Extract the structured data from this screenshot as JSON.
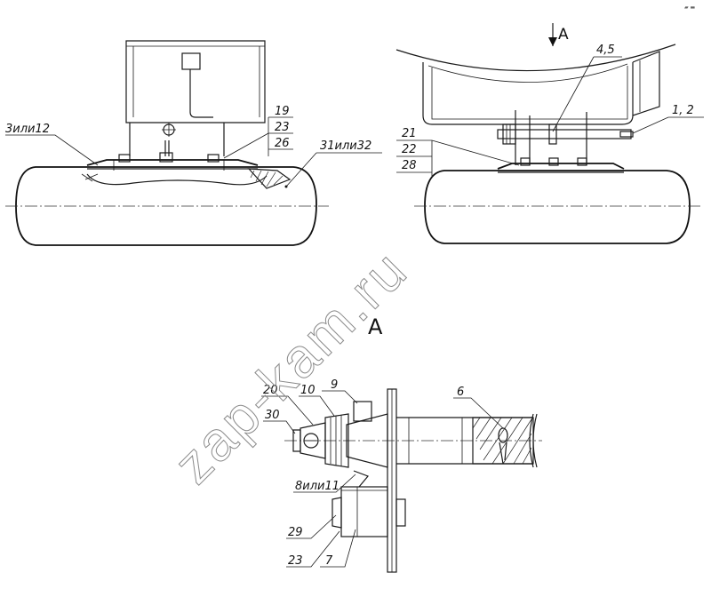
{
  "watermark": "zap-kam.ru",
  "corner_mark": "▰ ▬",
  "left_view": {
    "callouts": {
      "c3": "3или12",
      "c19": "19",
      "c23": "23",
      "c26": "26",
      "c31": "31или32"
    }
  },
  "right_view": {
    "arrow_label": "A",
    "callouts": {
      "c45": "4,5",
      "c12": "1, 2",
      "c21": "21",
      "c22": "22",
      "c28": "28"
    }
  },
  "detail": {
    "view_label": "A",
    "callouts": {
      "c20": "20",
      "c10": "10",
      "c9": "9",
      "c6": "6",
      "c30": "30",
      "c8": "8или11",
      "c29": "29",
      "c23": "23",
      "c7": "7"
    }
  }
}
